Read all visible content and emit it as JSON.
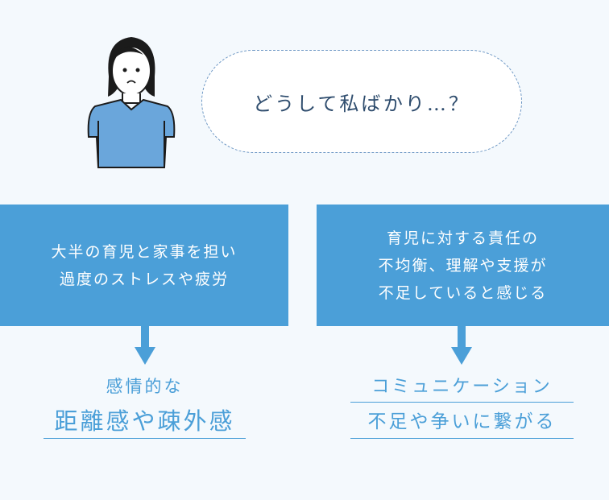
{
  "bubble": {
    "text": "どうして私ばかり…？"
  },
  "left": {
    "box_lines": [
      "大半の育児と家事を担い",
      "過度のストレスや疲労"
    ],
    "result_small": "感情的な",
    "result_large": "距離感や疎外感"
  },
  "right": {
    "box_lines": [
      "育児に対する責任の",
      "不均衡、理解や支援が",
      "不足していると感じる"
    ],
    "result_line1": "コミュニケーション",
    "result_line2": "不足や争いに繋がる"
  },
  "colors": {
    "accent": "#4b9fd8",
    "shirt": "#6aa6db",
    "bubble_text": "#2f4d6e"
  }
}
